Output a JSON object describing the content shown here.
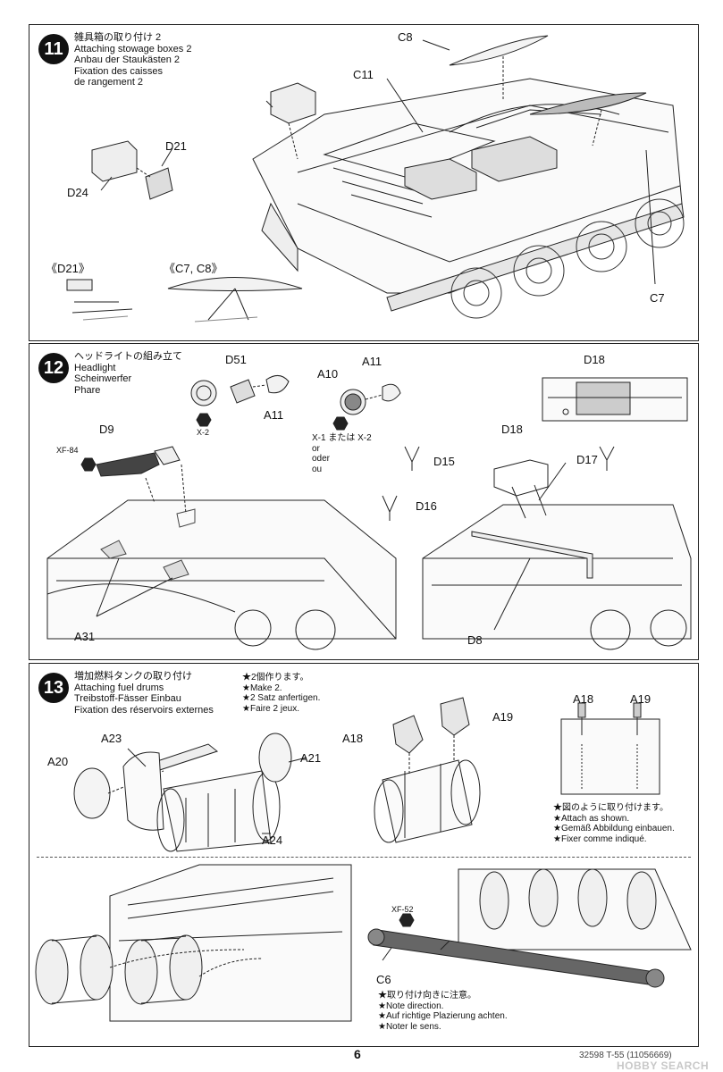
{
  "step11": {
    "number": "11",
    "title_jp": "雑具箱の取り付け 2",
    "title_en": "Attaching stowage boxes 2",
    "title_de": "Anbau der Staukästen 2",
    "title_fr1": "Fixation des caisses",
    "title_fr2": "de rangement 2",
    "parts": {
      "c8": "C8",
      "c11": "C11",
      "c7": "C7",
      "d21": "D21",
      "d24": "D24"
    },
    "detail_d21": "《D21》",
    "detail_c7c8": "《C7, C8》"
  },
  "step12": {
    "number": "12",
    "title_jp": "ヘッドライトの組み立て",
    "title_en": "Headlight",
    "title_de": "Scheinwerfer",
    "title_fr": "Phare",
    "parts": {
      "d51": "D51",
      "a11a": "A11",
      "a10": "A10",
      "a11b": "A11",
      "d18a": "D18",
      "d18b": "D18",
      "d9": "D9",
      "d15": "D15",
      "d16": "D16",
      "d17": "D17",
      "a31": "A31",
      "d8": "D8"
    },
    "paint_x2a": "X-2",
    "paint_xf84": "XF-84",
    "paint_alt1": "X-1 または X-2",
    "paint_alt2": "or",
    "paint_alt3": "oder",
    "paint_alt4": "ou"
  },
  "step13": {
    "number": "13",
    "title_jp": "増加燃料タンクの取り付け",
    "title_en": "Attaching fuel drums",
    "title_de": "Treibstoff-Fässer Einbau",
    "title_fr": "Fixation des réservoirs externes",
    "make2": [
      "★2個作ります。",
      "★Make 2.",
      "★2 Satz anfertigen.",
      "★Faire 2 jeux."
    ],
    "parts": {
      "a23": "A23",
      "a20": "A20",
      "a21": "A21",
      "a24": "A24",
      "a18a": "A18",
      "a19a": "A19",
      "a18b": "A18",
      "a19b": "A19",
      "c6": "C6"
    },
    "attach_notes": [
      "★図のように取り付けます。",
      "★Attach as shown.",
      "★Gemäß Abbildung einbauen.",
      "★Fixer comme indiqué."
    ],
    "paint_xf52": "XF-52",
    "direction_notes": [
      "★取り付け向きに注意。",
      "★Note direction.",
      "★Auf richtige Plazierung achten.",
      "★Noter le sens."
    ]
  },
  "footer": {
    "page_number": "6",
    "code": "32598 T-55 (11056669)",
    "watermark": "HOBBY SEARCH"
  }
}
